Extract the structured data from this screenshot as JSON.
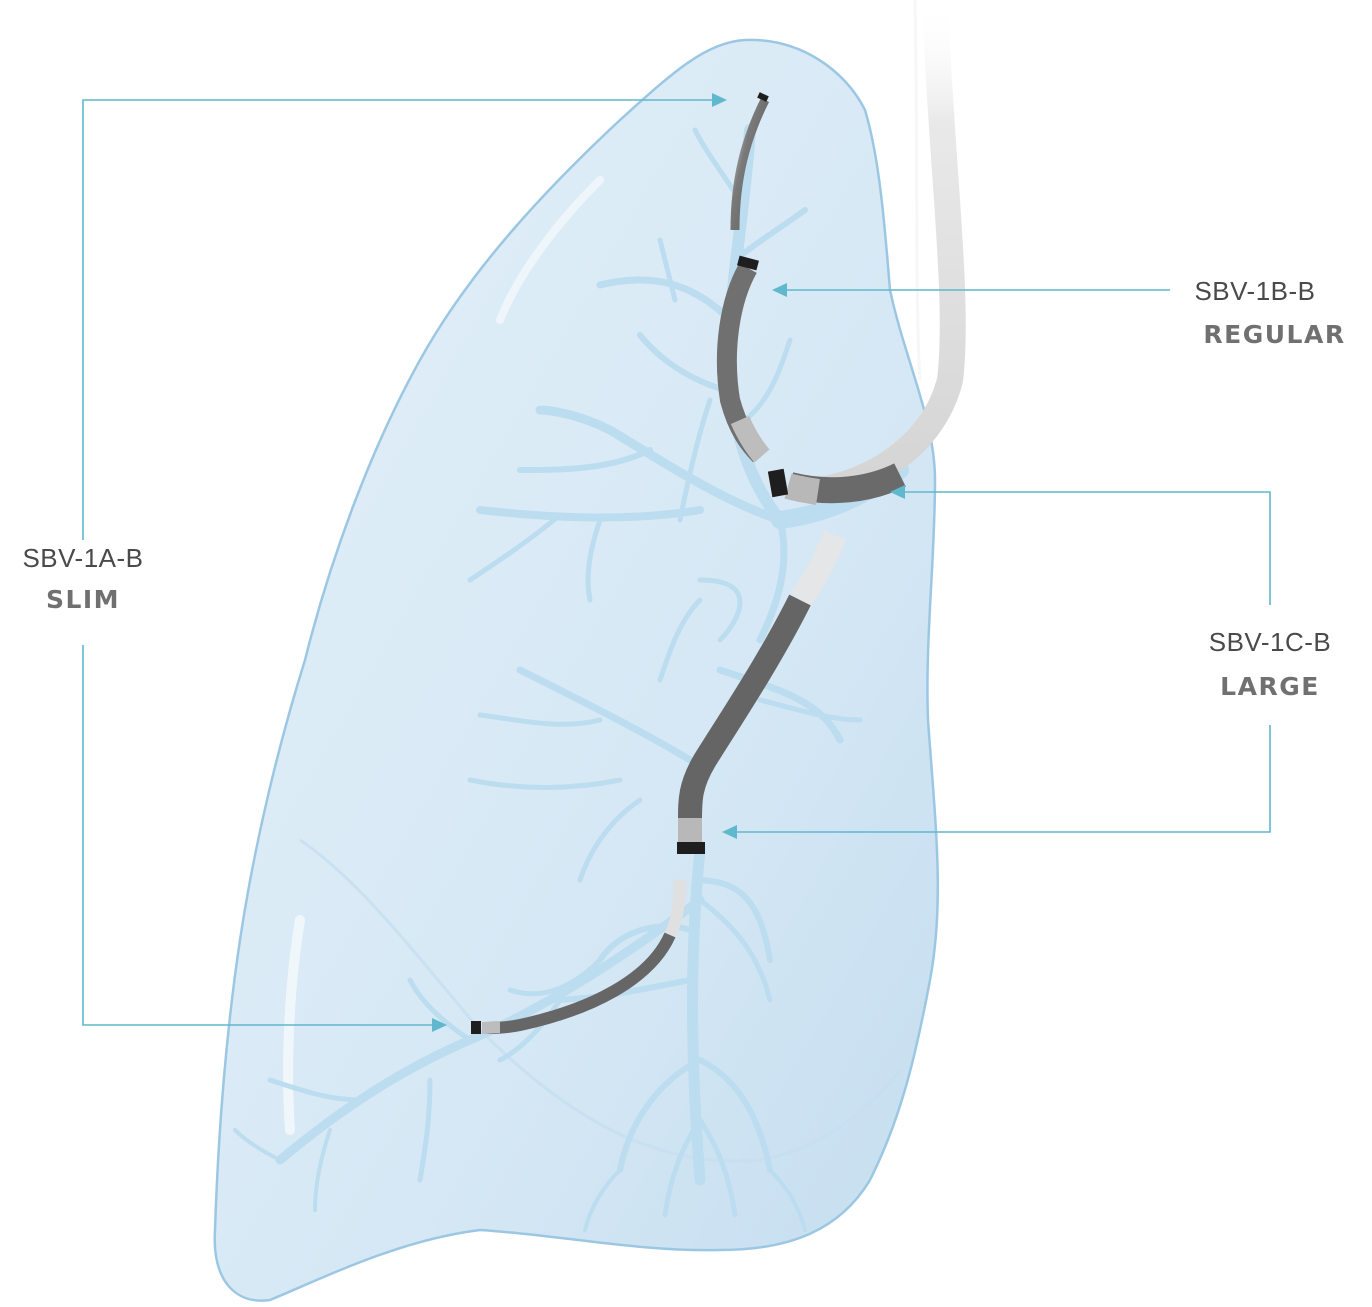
{
  "labels": {
    "slim": {
      "code": "SBV-1A-B",
      "size": "SLIM"
    },
    "regular": {
      "code": "SBV-1B-B",
      "size": "REGULAR"
    },
    "large": {
      "code": "SBV-1C-B",
      "size": "LARGE"
    }
  },
  "colors": {
    "leader_line": "#5fb8cc",
    "lung_fill": "#dcebf6",
    "lung_outline": "#9cc7e3",
    "airway": "#bcdcf0",
    "catheter": "#6f6f6f",
    "catheter_tip": "#1e1e1e",
    "label_code": "#4a4a4a",
    "label_size": "#707070"
  }
}
